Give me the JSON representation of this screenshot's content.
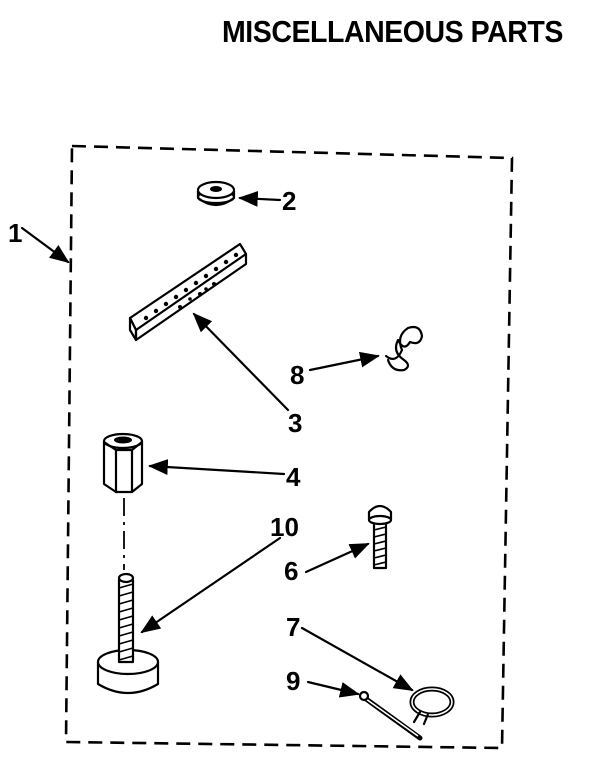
{
  "title": "MISCELLANEOUS PARTS",
  "callouts": {
    "c1": "1",
    "c2": "2",
    "c3": "3",
    "c4": "4",
    "c6": "6",
    "c7": "7",
    "c8": "8",
    "c9": "9",
    "c10": "10"
  }
}
